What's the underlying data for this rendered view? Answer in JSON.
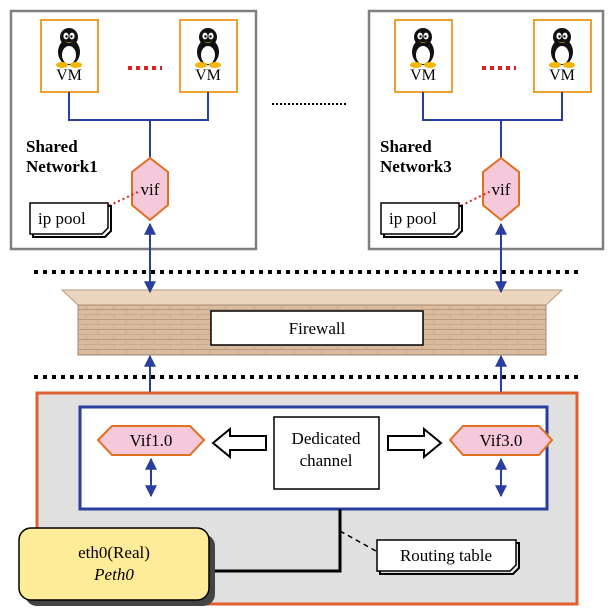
{
  "network_left": {
    "title_line1": "Shared",
    "title_line2": "Network1",
    "vm_left": "VM",
    "vm_right": "VM",
    "vif": "vif",
    "ip_pool": "ip pool"
  },
  "network_right": {
    "title_line1": "Shared",
    "title_line2": "Network3",
    "vm_left": "VM",
    "vm_right": "VM",
    "vif": "vif",
    "ip_pool": "ip pool"
  },
  "firewall": {
    "label": "Firewall"
  },
  "host": {
    "vif_left": "Vif1.0",
    "vif_right": "Vif3.0",
    "channel_line1": "Dedicated",
    "channel_line2": "channel",
    "eth_line1": "eth0(Real)",
    "eth_line2": "Peth0",
    "routing_table": "Routing table"
  },
  "icons": [
    "tux-penguin-icon",
    "double-arrow-icon",
    "hollow-arrow-icon"
  ],
  "colors": {
    "box_border": "#808080",
    "vm_border": "#f0a030",
    "hex_fill": "#f5c8da",
    "hex_border": "#e07020",
    "link_blue": "#2a3e9e",
    "red_dots": "#e02020",
    "host_border": "#e06030",
    "host_fill": "#e0e0e0",
    "eth_fill": "#ffec99",
    "firewall_fill": "#d8b89a"
  }
}
